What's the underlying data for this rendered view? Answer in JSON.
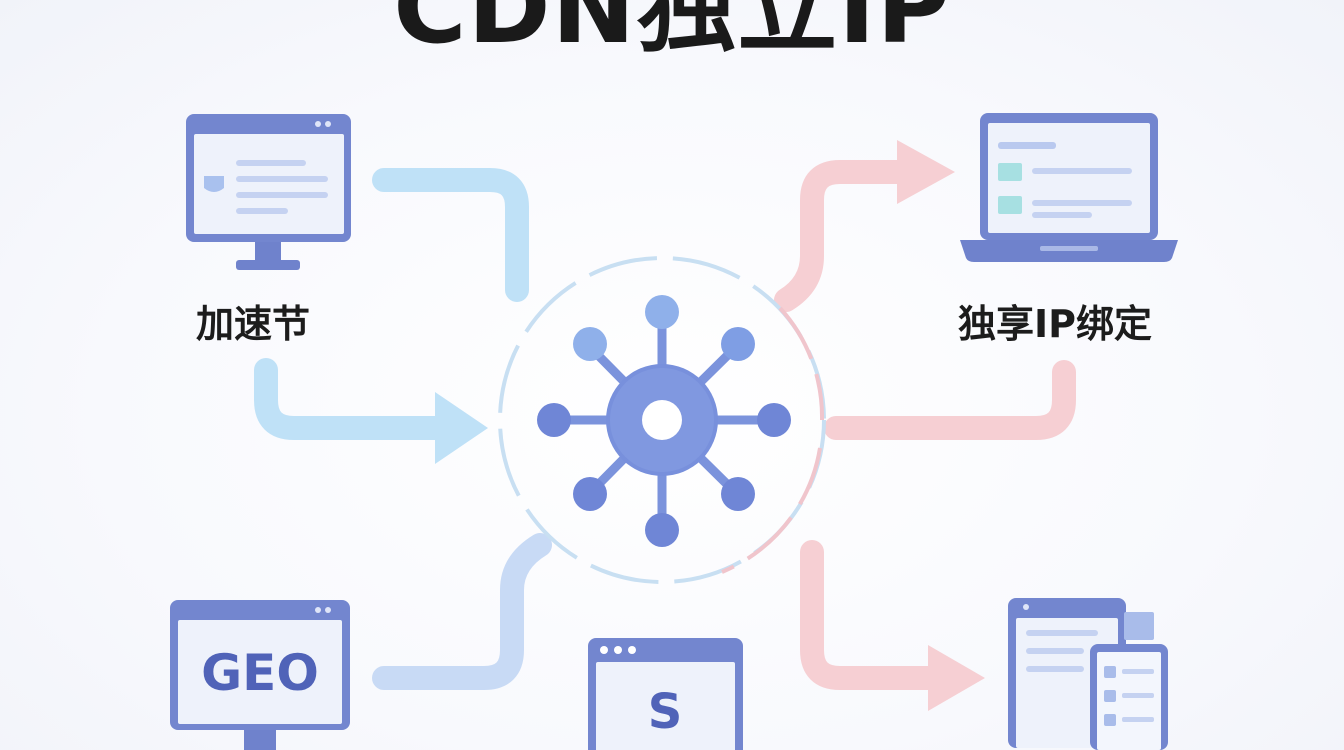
{
  "title": "CDN独立IP",
  "labels": {
    "left": "加速节",
    "right": "独享IP绑定"
  },
  "icons": {
    "geo_text": "GEO",
    "s_text": "S"
  },
  "colors": {
    "blue_arrow": "#bde0f7",
    "blue_arrow_lower": "#c9daf6",
    "pink_arrow": "#f6cfd3",
    "monitor_frame": "#7486cf",
    "monitor_screen": "#eef2fb",
    "hub_center": "#6e86d8",
    "node": "#8aa6e6",
    "teal": "#a7e0e2"
  }
}
